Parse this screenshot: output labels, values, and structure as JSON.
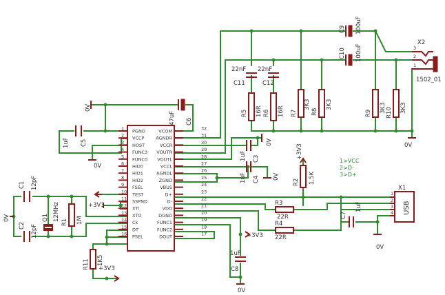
{
  "chip": {
    "left_pins": [
      {
        "num": "1",
        "name": "PGND"
      },
      {
        "num": "2",
        "name": "VCCP"
      },
      {
        "num": "3",
        "name": "HOST"
      },
      {
        "num": "4",
        "name": "FUNC3"
      },
      {
        "num": "5",
        "name": "FUNC0"
      },
      {
        "num": "6",
        "name": "HID0"
      },
      {
        "num": "7",
        "name": "HID1"
      },
      {
        "num": "8",
        "name": "HID2"
      },
      {
        "num": "9",
        "name": "FSEL"
      },
      {
        "num": "10",
        "name": "TEST"
      },
      {
        "num": "11",
        "name": "SSPND"
      },
      {
        "num": "12",
        "name": "XTI"
      },
      {
        "num": "13",
        "name": "XTO"
      },
      {
        "num": "14",
        "name": "Ck"
      },
      {
        "num": "15",
        "name": "DT"
      },
      {
        "num": "16",
        "name": "PSEL"
      }
    ],
    "right_pins": [
      {
        "num": "32",
        "name": "VCOM"
      },
      {
        "num": "31",
        "name": "AGNDR"
      },
      {
        "num": "30",
        "name": "VCCR"
      },
      {
        "num": "29",
        "name": "VOUTR"
      },
      {
        "num": "28",
        "name": "VOUTL"
      },
      {
        "num": "27",
        "name": "VCCL"
      },
      {
        "num": "26",
        "name": "AGNDL"
      },
      {
        "num": "25",
        "name": "ZGND"
      },
      {
        "num": "24",
        "name": "VBUS"
      },
      {
        "num": "23",
        "name": "D+"
      },
      {
        "num": "22",
        "name": "D-"
      },
      {
        "num": "21",
        "name": "VDD"
      },
      {
        "num": "20",
        "name": "DGND"
      },
      {
        "num": "19",
        "name": "FUNC1"
      },
      {
        "num": "18",
        "name": "FUNC2"
      },
      {
        "num": "17",
        "name": "DOUT"
      }
    ]
  },
  "components": {
    "c1": {
      "ref": "C1",
      "value": "12pF"
    },
    "c2": {
      "ref": "C2",
      "value": "12pF"
    },
    "c3": {
      "ref": "C3",
      "value": "1uF"
    },
    "c4": {
      "ref": "C4",
      "value": "1uF"
    },
    "c5": {
      "ref": "C5",
      "value": "1uF"
    },
    "c6": {
      "ref": "C6",
      "value": "47uF"
    },
    "c7": {
      "ref": "C7",
      "value": "1uF"
    },
    "c8": {
      "ref": "C8",
      "value": "1uF"
    },
    "c9": {
      "ref": "C9",
      "value": "100uF"
    },
    "c10": {
      "ref": "C10",
      "value": "100uF"
    },
    "c11": {
      "ref": "C11",
      "value": "22nF"
    },
    "c12": {
      "ref": "C12",
      "value": "22nF"
    },
    "q1": {
      "ref": "Q1",
      "value": "12MHz"
    },
    "r1": {
      "ref": "R1",
      "value": "1M"
    },
    "r2": {
      "ref": "R2",
      "value": "1.5K"
    },
    "r3": {
      "ref": "R3",
      "value": "22R"
    },
    "r4": {
      "ref": "R4",
      "value": "22R"
    },
    "r5": {
      "ref": "R5",
      "value": "16R"
    },
    "r6": {
      "ref": "R6",
      "value": "16R"
    },
    "r7": {
      "ref": "R7",
      "value": "3K3"
    },
    "r8": {
      "ref": "R8",
      "value": "3K3"
    },
    "r9": {
      "ref": "R9",
      "value": "3K3"
    },
    "r10": {
      "ref": "R10",
      "value": "3K3"
    },
    "r11": {
      "ref": "R11",
      "value": "1K5"
    },
    "x1": {
      "ref": "X1",
      "value": "USB"
    },
    "x2": {
      "ref": "X2",
      "value": "1502_01"
    }
  },
  "nets": {
    "gnd": "0V",
    "v33": "+3V3"
  },
  "usb_pin_notes": [
    "1>VCC",
    "2>D-",
    "3>D+"
  ],
  "jack_pins": [
    "3",
    "2",
    "1"
  ],
  "usb_pins": [
    "1",
    "2",
    "3",
    "4"
  ]
}
